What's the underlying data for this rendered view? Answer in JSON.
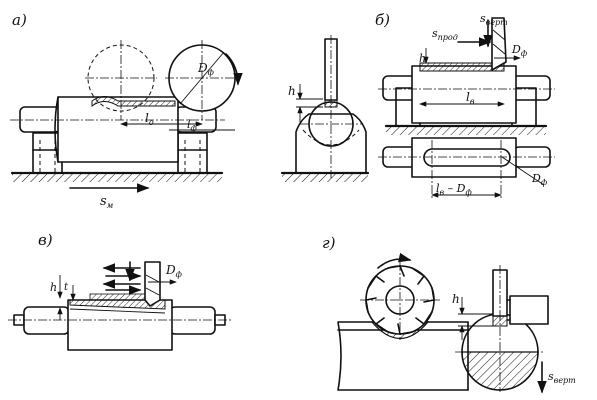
{
  "panels": {
    "a": {
      "label": "а)",
      "dim_D": "D",
      "dim_D_sub": "ф",
      "dim_l": "l",
      "dim_l_sub": "о",
      "dim_lph": "l",
      "dim_lph_sub": "ф",
      "feed": "s",
      "feed_sub": "м"
    },
    "b": {
      "label": "б)",
      "h": "h",
      "s_prod": "s",
      "s_prod_sub": "прод",
      "s_vert": "s",
      "s_vert_sub": "верт",
      "dim_D": "D",
      "dim_D_sub": "ф",
      "dim_l": "l",
      "dim_l_sub": "в",
      "dim_lD": "l",
      "dim_lD_sub1": "в",
      "dim_lD_mid": " – D",
      "dim_lD_sub2": "ф",
      "dim_D2": "D",
      "dim_D2_sub": "ф"
    },
    "v": {
      "label": "в)",
      "h": "h",
      "t": "t",
      "dim_D": "D",
      "dim_D_sub": "ф"
    },
    "g": {
      "label": "г)",
      "h": "h",
      "s_vert": "s",
      "s_vert_sub": "верт"
    }
  }
}
